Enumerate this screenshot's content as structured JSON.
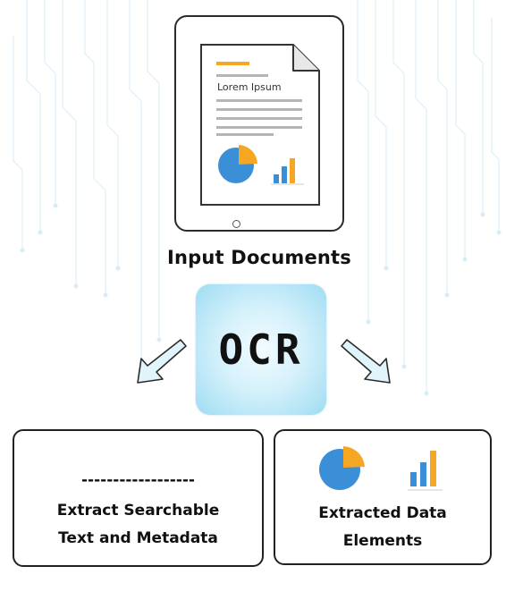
{
  "document": {
    "heading": "Lorem Ipsum",
    "title": "Input Documents"
  },
  "ocr": {
    "label": "OCR"
  },
  "outputs": {
    "searchable": {
      "dashes": "------------------",
      "line1": "Extract Searchable",
      "line2": "Text and Metadata"
    },
    "data_elements": {
      "line1": "Extracted Data",
      "line2": "Elements"
    }
  },
  "icons": {
    "document": "document-icon",
    "tablet": "tablet-icon",
    "pie": "pie-chart-icon",
    "bar": "bar-chart-icon",
    "arrow_left": "arrow-down-left-icon",
    "arrow_right": "arrow-down-right-icon"
  },
  "colors": {
    "accent_orange": "#f5a623",
    "accent_blue": "#3a8fd6",
    "ocr_glow": "#9fdcf3",
    "arrow_fill": "#dff4fb",
    "circuit": "#e6f3f9"
  }
}
